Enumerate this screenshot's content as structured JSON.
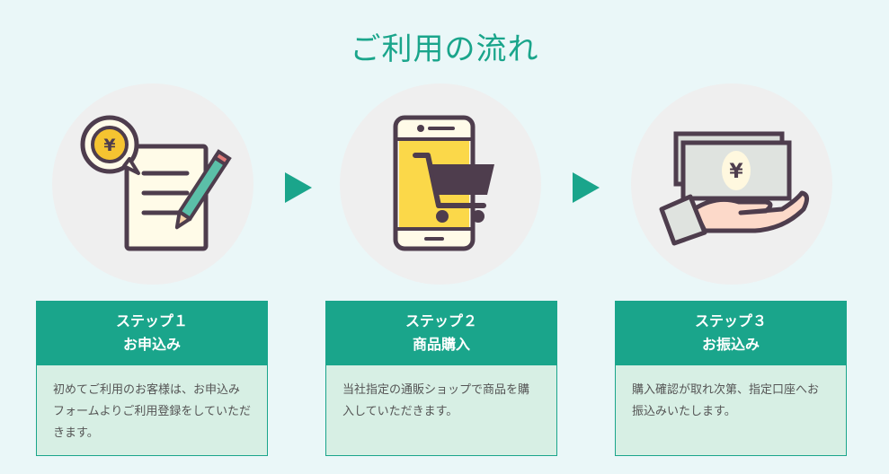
{
  "title": "ご利用の流れ",
  "steps": [
    {
      "step_label": "ステップ１",
      "name": "お申込み",
      "description": "初めてご利用のお客様は、お申込みフォームよりご利用登録をしていただきます。",
      "icon": "application-form-icon"
    },
    {
      "step_label": "ステップ２",
      "name": "商品購入",
      "description": "当社指定の通販ショップで商品を購入していただきます。",
      "icon": "smartphone-cart-icon"
    },
    {
      "step_label": "ステップ３",
      "name": "お振込み",
      "description": "購入確認が取れ次第、指定口座へお振込みいたします。",
      "icon": "hand-money-icon"
    }
  ],
  "colors": {
    "accent": "#1aa58b",
    "background": "#eaf7f8",
    "card_body": "#d7efe4",
    "circle": "#efefef"
  }
}
